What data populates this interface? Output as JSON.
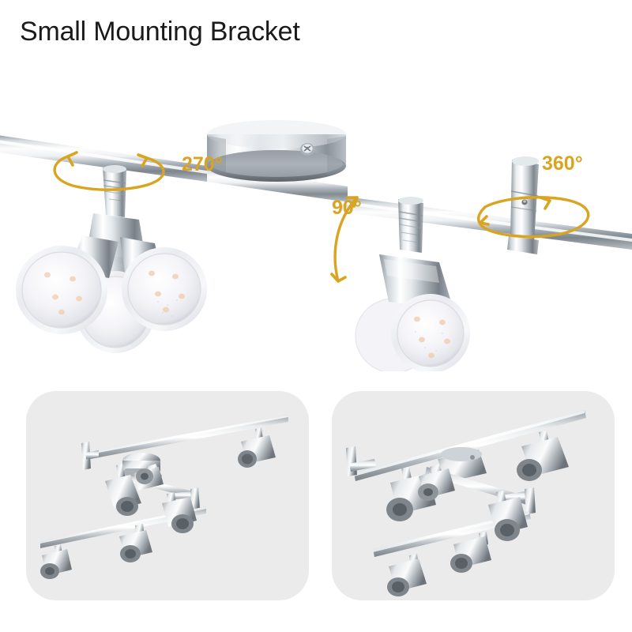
{
  "page": {
    "title": "Small Mounting Bracket",
    "background_color": "#ffffff"
  },
  "annotations": {
    "accent_color": "#d9a520",
    "items": [
      {
        "id": "rotation-270",
        "label": "270°",
        "meaning": "head rotates 270 degrees around rod axis",
        "arrow": "double-headed-ellipse"
      },
      {
        "id": "tilt-90",
        "label": "90°",
        "meaning": "head tilts 90 degrees",
        "arrow": "double-headed-curve"
      },
      {
        "id": "swivel-360",
        "label": "360°",
        "meaning": "arm joint swivels 360 degrees",
        "arrow": "double-headed-ellipse"
      }
    ]
  },
  "hero": {
    "name": "ceiling-spotlight-closeup",
    "description": "Chrome track light bar with ceiling canopy, three-bulb cluster on the left and single tilted spotlight head on the right",
    "parts": {
      "canopy": "ceiling-mount-plate",
      "rod": "chrome-track-rod",
      "joint": "swivel-elbow-joint",
      "bulbs": "gu10-led-bulbs"
    },
    "metal_color": "#c9ced3",
    "bulb_lens_color": "#f2f2f6"
  },
  "panels": [
    {
      "id": "panel-left",
      "name": "configuration-view-1",
      "background_color": "#ebebeb",
      "product": "6-head chrome track light, folded arms, view 1",
      "head_count": 6
    },
    {
      "id": "panel-right",
      "name": "configuration-view-2",
      "background_color": "#ebebeb",
      "product": "6-head chrome track light, folded arms, view 2",
      "head_count": 6
    }
  ]
}
